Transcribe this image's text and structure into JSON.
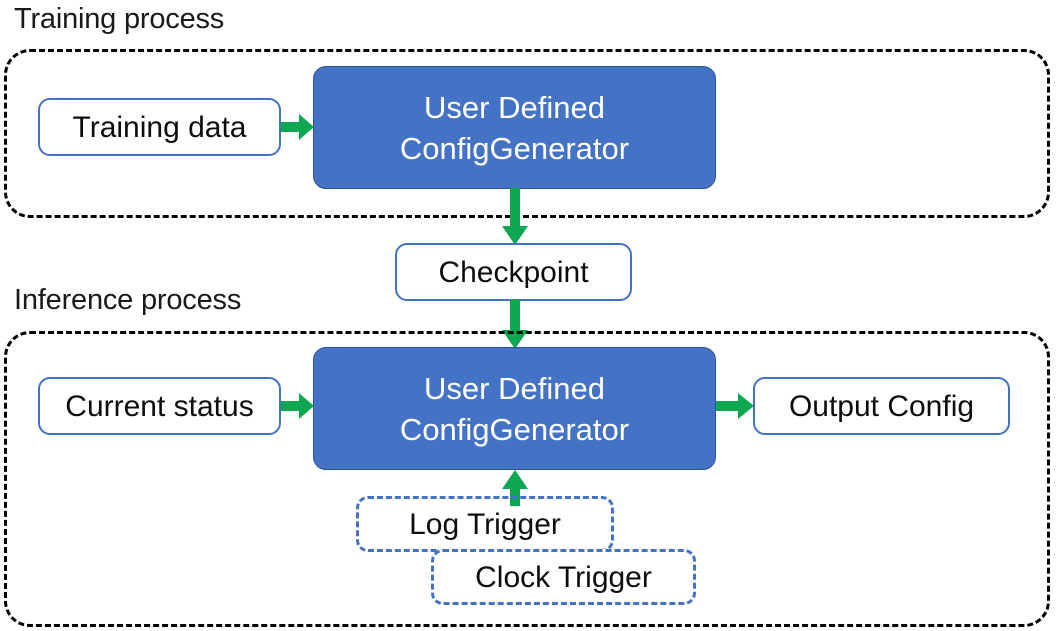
{
  "diagram": {
    "title_training": "Training process",
    "title_inference": "Inference process",
    "colors": {
      "accent_blue": "#4472C4",
      "box_fill_blue": "#4472C4",
      "box_border_blue": "#2F528F",
      "arrow_green": "#0CA750",
      "container_border": "#000000",
      "text_dark": "#0d0d0d",
      "text_light": "#ffffff"
    },
    "training": {
      "caption": "Training process",
      "input_box": "Training data",
      "process_box_line1": "User Defined",
      "process_box_line2": "ConfigGenerator"
    },
    "checkpoint": {
      "label": "Checkpoint"
    },
    "inference": {
      "caption": "Inference process",
      "input_box": "Current status",
      "process_box_line1": "User Defined",
      "process_box_line2": "ConfigGenerator",
      "output_box": "Output Config",
      "triggers": [
        {
          "label": "Log Trigger"
        },
        {
          "label": "Clock Trigger"
        }
      ]
    },
    "arrows": [
      {
        "name": "training-data-to-generator",
        "direction": "right"
      },
      {
        "name": "generator-to-checkpoint",
        "direction": "down"
      },
      {
        "name": "checkpoint-to-generator",
        "direction": "down"
      },
      {
        "name": "current-status-to-generator",
        "direction": "right"
      },
      {
        "name": "generator-to-output-config",
        "direction": "right"
      },
      {
        "name": "triggers-to-generator",
        "direction": "up"
      }
    ]
  }
}
